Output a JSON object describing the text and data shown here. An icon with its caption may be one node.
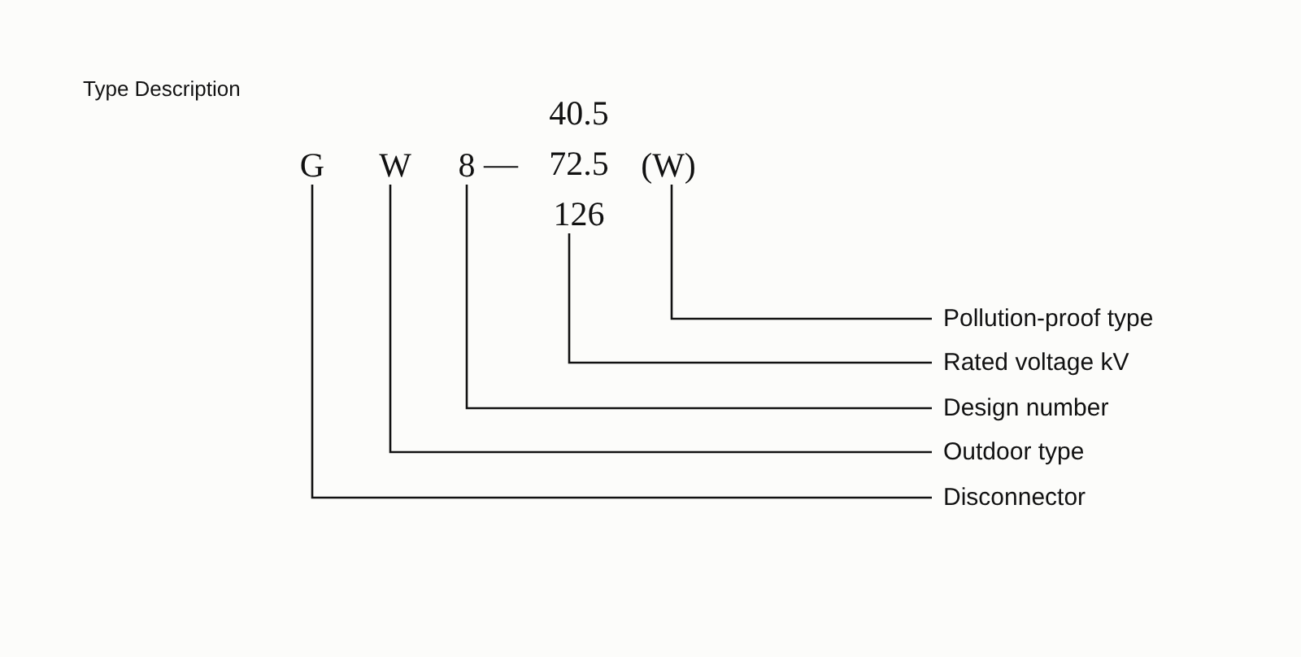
{
  "diagram": {
    "title": "Type Description",
    "nodes": [
      {
        "text": [
          "G"
        ]
      },
      {
        "text": [
          "W"
        ]
      },
      {
        "text": [
          "8"
        ]
      },
      {
        "text": [
          "40.5",
          "72.5",
          "126"
        ]
      },
      {
        "text": [
          "(W)"
        ]
      },
      {
        "text": [
          "Pollution-proof type"
        ]
      },
      {
        "text": [
          "Rated voltage kV"
        ]
      },
      {
        "text": [
          "Design number"
        ]
      },
      {
        "text": [
          "Outdoor type"
        ]
      },
      {
        "text": [
          "Disconnector"
        ]
      }
    ],
    "edges": [
      {
        "from": 5,
        "to": 4,
        "arrow": "none"
      },
      {
        "from": 6,
        "to": 3,
        "arrow": "none"
      },
      {
        "from": 7,
        "to": 2,
        "arrow": "none"
      },
      {
        "from": 8,
        "to": 1,
        "arrow": "none"
      },
      {
        "from": 9,
        "to": 0,
        "arrow": "none"
      }
    ],
    "labels": [
      "—"
    ]
  }
}
